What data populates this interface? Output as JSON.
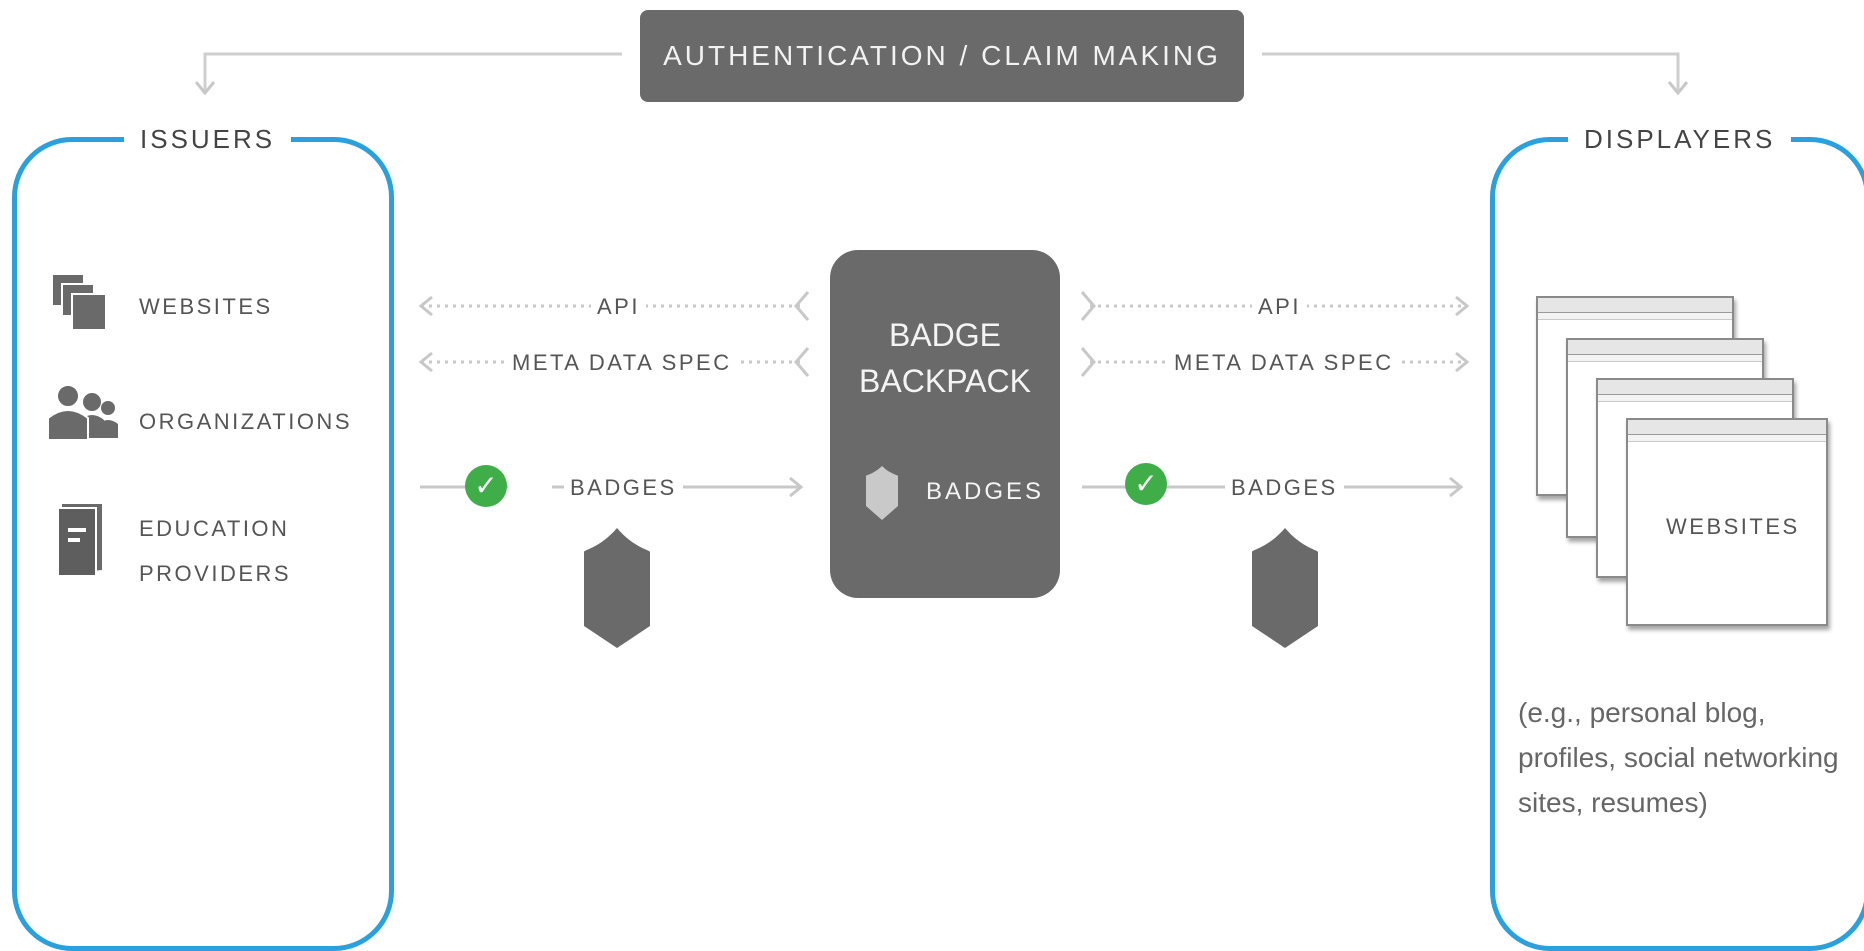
{
  "banner": {
    "label": "AUTHENTICATION / CLAIM MAKING"
  },
  "issuers": {
    "title": "ISSUERS",
    "items": [
      {
        "icon": "websites-icon",
        "label": "WEBSITES"
      },
      {
        "icon": "organizations-icon",
        "label": "ORGANIZATIONS"
      },
      {
        "icon": "education-providers-icon",
        "label_line1": "EDUCATION",
        "label_line2": "PROVIDERS"
      }
    ]
  },
  "backpack": {
    "title_line1": "BADGE",
    "title_line2": "BACKPACK",
    "badges_label": "BADGES"
  },
  "left_flows": {
    "api": "API",
    "meta": "META DATA SPEC",
    "badges": "BADGES"
  },
  "right_flows": {
    "api": "API",
    "meta": "META DATA SPEC",
    "badges": "BADGES"
  },
  "displayers": {
    "title": "DISPLAYERS",
    "window_label": "WEBSITES",
    "examples": "(e.g., personal blog, profiles, social networking sites, resumes)"
  },
  "colors": {
    "panel_border": "#2aa1dc",
    "dark_box": "#6a6a6b",
    "check_green": "#3fae49",
    "arrow_gray": "#cfcfcf"
  },
  "check_symbol": "✓"
}
